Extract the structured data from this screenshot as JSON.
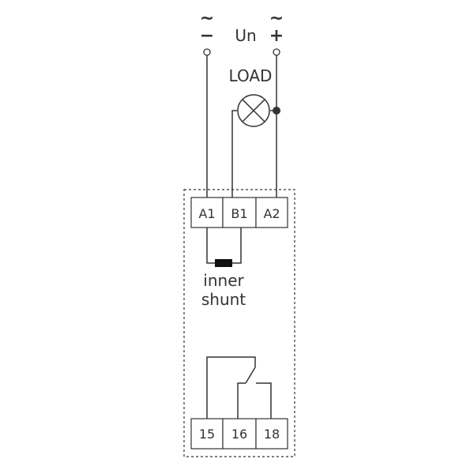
{
  "supply": {
    "label": "Un",
    "left_symbols": {
      "ac": "~",
      "polarity": "−"
    },
    "right_symbols": {
      "ac": "~",
      "polarity": "+"
    }
  },
  "load": {
    "label": "LOAD"
  },
  "terminals_top": [
    "A1",
    "B1",
    "A2"
  ],
  "shunt": {
    "line1": "inner",
    "line2": "shunt"
  },
  "terminals_bottom": [
    "15",
    "16",
    "18"
  ],
  "colors": {
    "ink": "#333333",
    "background": "#ffffff"
  }
}
